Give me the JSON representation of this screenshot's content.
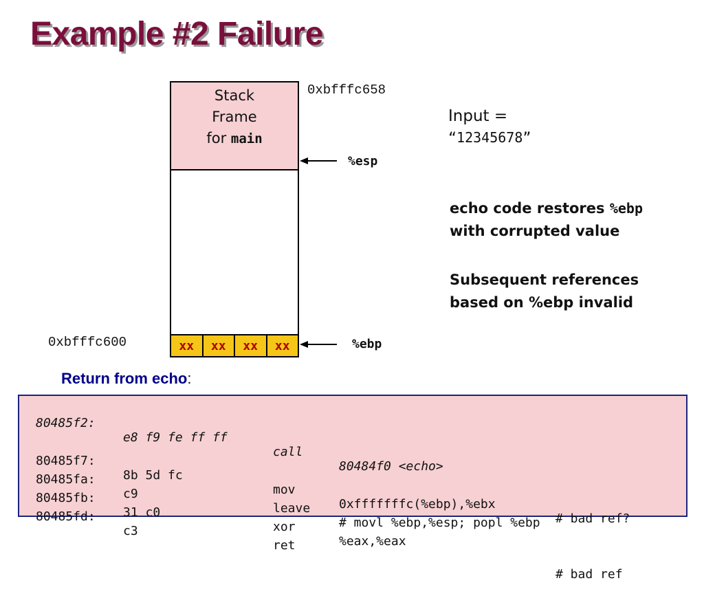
{
  "title": "Example #2 Failure",
  "stack": {
    "frame_line1": "Stack",
    "frame_line2": "Frame",
    "frame_line3_prefix": "for ",
    "frame_line3_code": "main",
    "cells": [
      "xx",
      "xx",
      "xx",
      "xx"
    ],
    "top_address": "0xbfffc658",
    "bottom_address": "0xbfffc600",
    "esp_label": "%esp",
    "ebp_label": "%ebp"
  },
  "input": {
    "label": "Input =",
    "value": "“12345678”"
  },
  "notes": {
    "n1_text": "echo code restores ",
    "n1_code": "%ebp",
    "n1_line2": "with corrupted value",
    "n2_line1": "Subsequent references",
    "n2_line2": "based on %ebp invalid"
  },
  "return_label": {
    "strong": "Return from echo",
    "suffix": ":"
  },
  "code": {
    "lines": [
      {
        "addr": "80485f2:",
        "bytes": "e8 f9 fe ff ff",
        "op": "call",
        "args": "80484f0 <echo>",
        "comment": ""
      },
      {
        "addr": "80485f7:",
        "bytes": "8b 5d fc",
        "op": "mov",
        "args": "0xfffffffc(%ebp),%ebx",
        "comment": "# bad ref?"
      },
      {
        "addr": "80485fa:",
        "bytes": "c9",
        "op": "leave",
        "args": "# movl %ebp,%esp; popl %ebp",
        "comment": ""
      },
      {
        "addr": "80485fb:",
        "bytes": "31 c0",
        "op": "xor",
        "args": "%eax,%eax",
        "comment": ""
      },
      {
        "addr": "80485fd:",
        "bytes": "c3",
        "op": "ret",
        "args": "",
        "comment": "# bad ref"
      }
    ]
  },
  "colors": {
    "title": "#7a0f3c",
    "frame_fill": "#f6d0d2",
    "cell_fill": "#f5c518",
    "cell_text": "#b00000",
    "code_border": "#1a237e"
  }
}
